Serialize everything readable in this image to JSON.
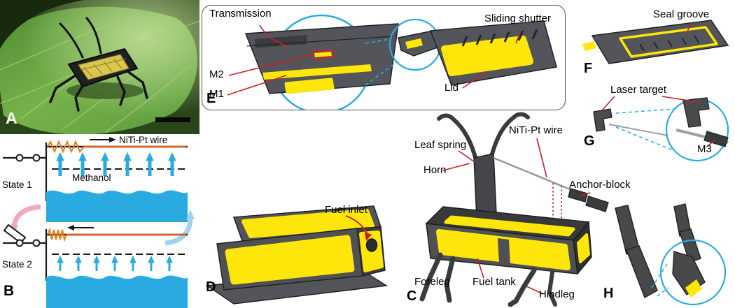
{
  "figure": {
    "type": "scientific-figure",
    "panels": [
      "A",
      "B",
      "C",
      "D",
      "E",
      "F",
      "G",
      "H"
    ]
  },
  "colors": {
    "part_gray": "#54555a",
    "part_yellow": "#ffe60a",
    "annotation_red": "#cb1f27",
    "zoom_circle_blue": "#29abe2",
    "methanol_blue": "#29abe2",
    "spring_orange": "#e8831d",
    "wire_orange": "#e65c1c",
    "cycle_arrow_pink": "#f2a9bb",
    "cycle_arrow_blue": "#9fd3ee"
  },
  "panel_a": {
    "letter": "A"
  },
  "panel_b": {
    "letter": "B",
    "wire_label": "NiTi-Pt wire",
    "methanol_label": "Methanol",
    "state1_label": "State 1",
    "state2_label": "State 2"
  },
  "panel_c": {
    "letter": "C",
    "leaf_spring_label": "Leaf spring",
    "horn_label": "Horn",
    "wire_label": "NiTi-Pt wire",
    "anchor_block_label": "Anchor-block",
    "foreleg_label": "Foreleg",
    "fuel_tank_label": "Fuel tank",
    "hindleg_label": "Hindleg"
  },
  "panel_d": {
    "letter": "D",
    "fuel_inlet_label": "Fuel inlet"
  },
  "panel_e": {
    "letter": "E",
    "transmission_label": "Transmission",
    "m2_label": "M2",
    "m1_label": "M1",
    "lid_label": "Lid",
    "sliding_shutter_label": "Sliding shutter"
  },
  "panel_f": {
    "letter": "F",
    "seal_groove_label": "Seal groove"
  },
  "panel_g": {
    "letter": "G",
    "laser_target_label": "Laser target",
    "m3_label": "M3"
  },
  "panel_h": {
    "letter": "H"
  }
}
